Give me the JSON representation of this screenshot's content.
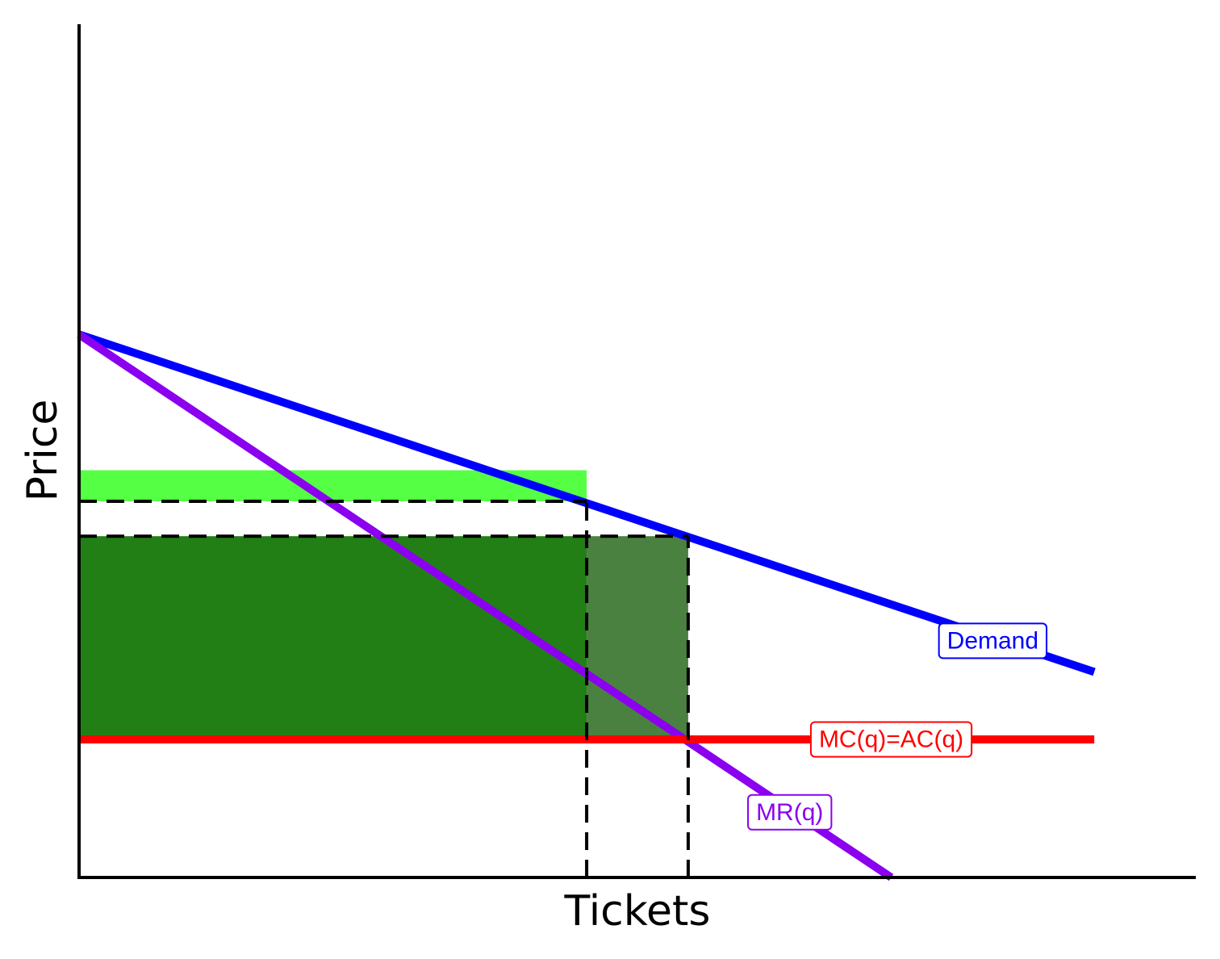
{
  "chart_data": {
    "type": "line",
    "title": "",
    "xlabel": "Tickets",
    "ylabel": "Price",
    "xlim": [
      0,
      110
    ],
    "ylim": [
      0,
      110
    ],
    "grid": false,
    "legend": "none",
    "x_ticks": [],
    "y_ticks": [],
    "series": [
      {
        "name": "Demand",
        "color": "#0000ff",
        "points": [
          [
            0,
            70
          ],
          [
            100,
            26.5
          ]
        ],
        "label_at": [
          90,
          30.5
        ]
      },
      {
        "name": "MR(q)",
        "color": "#8b00ee",
        "points": [
          [
            0,
            70
          ],
          [
            80,
            0
          ]
        ],
        "label_at": [
          70,
          8.4
        ]
      },
      {
        "name": "MC(q)=AC(q)",
        "color": "#ff0000",
        "points": [
          [
            0,
            17.8
          ],
          [
            100,
            17.8
          ]
        ],
        "label_at": [
          80,
          17.8
        ]
      }
    ],
    "regions": [
      {
        "id": "profit-upper-band",
        "color": "#55ff44",
        "opacity": 1,
        "x": [
          0,
          50
        ],
        "y": [
          48.5,
          52.5
        ]
      },
      {
        "id": "profit-shared-block",
        "color": "#227f16",
        "opacity": 1,
        "x": [
          0,
          50
        ],
        "y": [
          18.1,
          44
        ]
      },
      {
        "id": "profit-extra-block",
        "color": "#4a8140",
        "opacity": 1,
        "x": [
          50,
          60
        ],
        "y": [
          18.1,
          44
        ]
      }
    ],
    "reference_lines": [
      {
        "id": "price-high-h",
        "type": "h",
        "y": 48.5,
        "x_from": 0,
        "x_to": 50
      },
      {
        "id": "price-low-h",
        "type": "h",
        "y": 44,
        "x_from": 0,
        "x_to": 60
      },
      {
        "id": "quantity-low-v",
        "type": "v",
        "x": 50,
        "y_from": 0,
        "y_to": 48.5
      },
      {
        "id": "quantity-high-v",
        "type": "v",
        "x": 60,
        "y_from": 0,
        "y_to": 44
      }
    ]
  }
}
